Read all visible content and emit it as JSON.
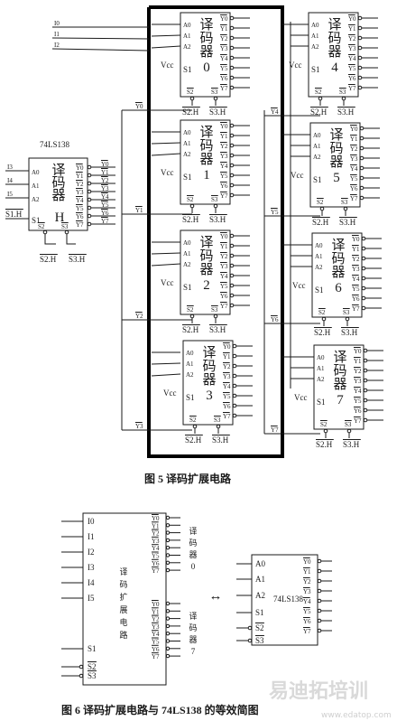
{
  "figure5": {
    "caption": "图 5   译码扩展电路",
    "top_inputs": [
      "I0",
      "I1",
      "I2"
    ],
    "cascade_decoders": [
      {
        "name": "译码器",
        "index": "0",
        "s2": "S2.H",
        "s3": "S3.H"
      },
      {
        "name": "译码器",
        "index": "1",
        "s2": "S2.H",
        "s3": "S3.H"
      },
      {
        "name": "译码器",
        "index": "2",
        "s2": "S2.H",
        "s3": "S3.H"
      },
      {
        "name": "译码器",
        "index": "3",
        "s2": "S2.H",
        "s3": "S3.H"
      },
      {
        "name": "译码器",
        "index": "4",
        "s2": "S2.H",
        "s3": "S3.H"
      },
      {
        "name": "译码器",
        "index": "5",
        "s2": "S2.H",
        "s3": "S3.H"
      },
      {
        "name": "译码器",
        "index": "6",
        "s2": "S2.H",
        "s3": "S3.H"
      },
      {
        "name": "译码器",
        "index": "7",
        "s2": "S2.H",
        "s3": "S3.H"
      }
    ],
    "pin_labels": {
      "a0": "A0",
      "a1": "A1",
      "a2": "A2",
      "vcc": "Vcc",
      "s1": "S1",
      "s2": "S2",
      "s3": "S3"
    },
    "outputs": [
      "Y0",
      "Y1",
      "Y2",
      "Y3",
      "Y4",
      "Y5",
      "Y6",
      "Y7"
    ],
    "master": {
      "chip": "74LS138",
      "name": "译码器",
      "index": "H",
      "inputs": [
        "I3",
        "I4",
        "I5",
        "S1.H"
      ],
      "s2": "S2.H",
      "s3": "S3.H"
    },
    "bus_labels": [
      "Y0",
      "Y1",
      "Y2",
      "Y3",
      "Y4",
      "Y5",
      "Y6",
      "Y7"
    ]
  },
  "figure6": {
    "caption": "图 6   译码扩展电路与 74LS138 的等效简图",
    "left_inputs": [
      "I0",
      "I1",
      "I2",
      "I3",
      "I4",
      "I5",
      "S1",
      "S2",
      "S3"
    ],
    "left_label": "译码扩展电路",
    "group0_outputs": [
      "Y0",
      "Y1",
      "Y2",
      "Y3",
      "Y4",
      "Y5",
      "Y6",
      "Y7"
    ],
    "group0_label": "译码器0",
    "group7_outputs": [
      "Y0",
      "Y1",
      "Y2",
      "Y3",
      "Y4",
      "Y5",
      "Y6",
      "Y7"
    ],
    "group7_label": "译码器7",
    "arrow": "↔",
    "right_inputs": [
      "A0",
      "A1",
      "A2",
      "S1",
      "S2",
      "S3"
    ],
    "right_chip": "74LS138",
    "right_outputs": [
      "Y0",
      "Y1",
      "Y2",
      "Y3",
      "Y4",
      "Y5",
      "Y6",
      "Y7"
    ]
  },
  "watermark": {
    "brand": "易迪拓培训",
    "url": "www.edatop.com"
  }
}
